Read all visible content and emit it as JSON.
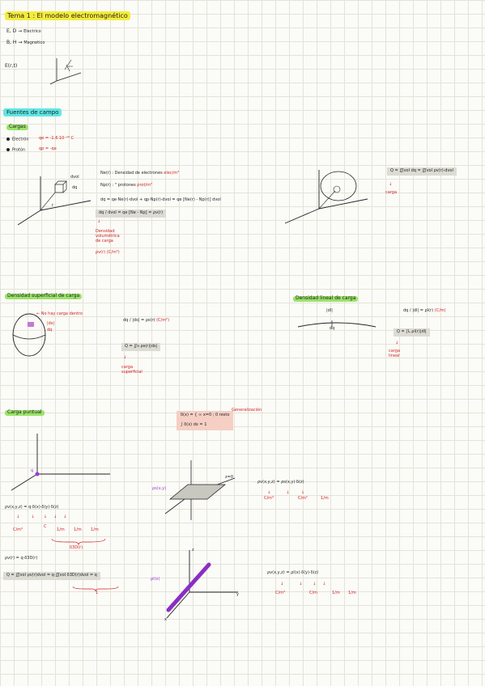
{
  "title": "Tema 1 : El modelo electromagnético",
  "fields": [
    {
      "symbols": "E, D",
      "arrow": "→",
      "label": "Electrico"
    },
    {
      "symbols": "B, H",
      "arrow": "→",
      "label": "Magnetico"
    }
  ],
  "field_fn": "E(r,t)",
  "section_fuentes": "Fuentes de campo",
  "cargas": {
    "heading": "Cargas",
    "electron_label": "Electrón",
    "electron_eq": "qe = -1.6·10⁻¹⁹ C",
    "proton_label": "Protón",
    "proton_eq": "qp = -qe"
  },
  "densidad_vol": {
    "dv_label": "dvol",
    "dq_label": "dq",
    "r_label": "r",
    "ne_def": "Ne(r) : Densidad de electrones",
    "ne_unit": "elec/m³",
    "np_def": "Np(r) :       \"       protones",
    "np_unit": "prot/m³",
    "eq1": "dq = qe·Ne(r)·dvol + qp·Np(r)·dvol = qe [Ne(r) - Np(r)] dvol",
    "eq2": "dq / dvol = qe [Ne - Np] = ρv(r)",
    "note_lines": [
      "Densidad",
      "volumétrica",
      "de carga"
    ],
    "rho_symbol": "ρv(r)",
    "rho_unit": "(C/m³)"
  },
  "volume_total": {
    "eq": "Q = ∭vol dq = ∭vol ρv(r)·dvol",
    "note": "carga"
  },
  "densidad_sup": {
    "heading": "Densidad superficial de carga",
    "note_no_carga": "No hay carga dentro",
    "ds_label": "|ds|",
    "dq_label": "dq",
    "eq1": "dq / |ds| = ρs(r)",
    "eq1_unit": "(C/m²)",
    "eq2": "Q = ∬s ρs(r)|ds|",
    "note_lines": [
      "carga",
      "superficial"
    ]
  },
  "densidad_lin": {
    "heading": "Densidad lineal de carga",
    "dl_label": "|dl|",
    "dq_label": "dq",
    "eq1": "dq / |dl| = ρl(r)",
    "eq1_unit": "(C/m)",
    "eq2": "Q = ∫L ρl(r)|dl|",
    "note_lines": [
      "carga",
      "lineal"
    ]
  },
  "carga_puntual": {
    "heading": "Carga puntual",
    "q_label": "q",
    "delta_def": "δ(x) = { ∞  x=0 ; 0  resto",
    "delta_note": "Generalización",
    "delta_int": "∫ δ(x) dx = 1",
    "plane_z": "z=0",
    "plane_label": "ρs(x,y)",
    "rho_v_surf": "ρv(x,y,z) = ρs(x,y)·δ(z)",
    "units_surf": [
      "C/m³",
      "C/m²",
      "1/m"
    ],
    "rho_v_point": "ρv(x,y,z) = q·δ(x)·δ(y)·δ(z)",
    "units_point": [
      "C/m³",
      "C",
      "1/m",
      "1/m",
      "1/m"
    ],
    "delta3d": "δ3D(r)",
    "rho_v_r": "ρv(r) = q·δ3D(r)",
    "q_total": "Q = ∭vol ρv(r)dvol = q·∭vol δ3D(r)dvol = q",
    "one": "1",
    "line_label": "ρl(x)",
    "axis_z": "z",
    "axis_y": "y",
    "axis_x": "x",
    "rho_v_line": "ρv(x,y,z) = ρl(x)·δ(y)·δ(z)",
    "units_line": [
      "C/m³",
      "C/m",
      "1/m",
      "1/m"
    ]
  }
}
